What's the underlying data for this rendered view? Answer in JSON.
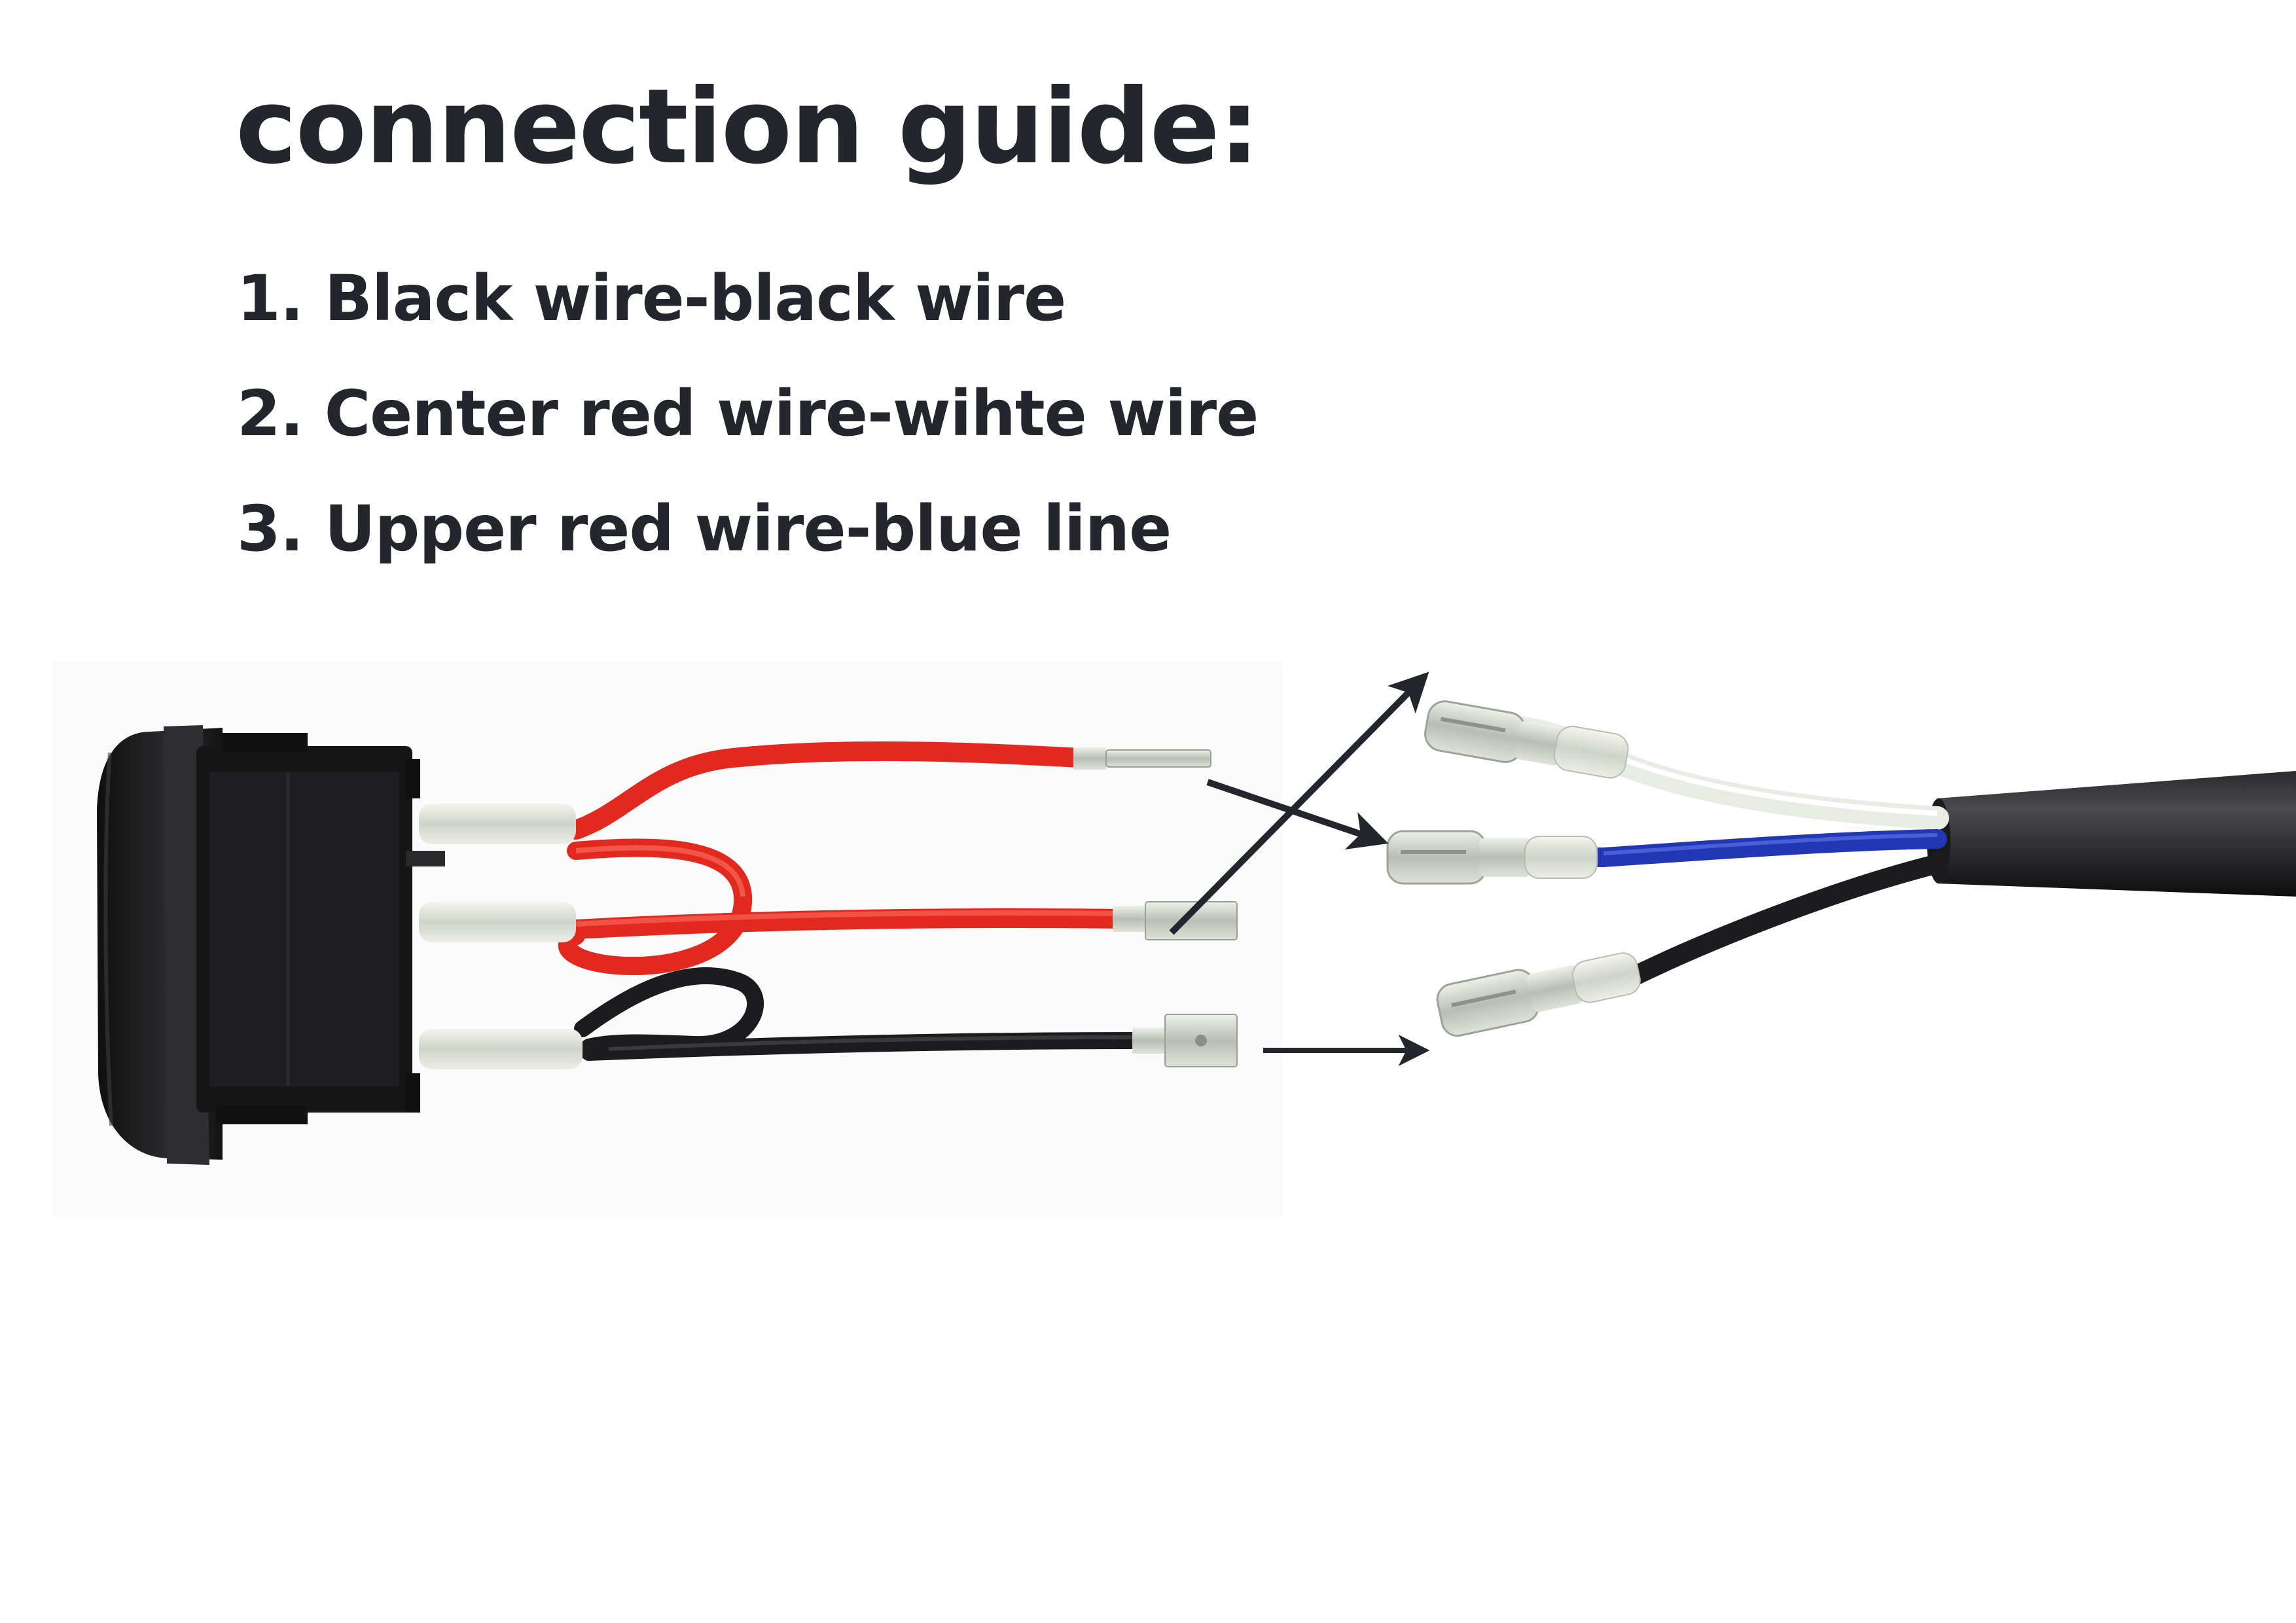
{
  "guide": {
    "title": "connection guide:",
    "steps": [
      "1. Black wire-black wire",
      "2. Center red wire-wihte wire",
      "3. Upper red wire-blue line"
    ]
  },
  "colors": {
    "text": "#23262c",
    "red_wire": "#e2291f",
    "black_wire": "#1c1c1e",
    "blue_wire": "#2337b4",
    "white_wire": "#e9ece4",
    "arrow": "#23262c"
  },
  "icons": [
    "rocker-switch-icon",
    "arrow-right-icon"
  ]
}
